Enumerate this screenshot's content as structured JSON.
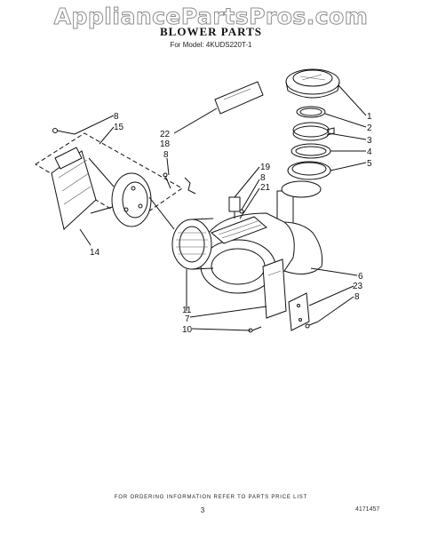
{
  "header": {
    "watermark": "AppliancePartsPros.com",
    "title": "BLOWER PARTS",
    "model": "For Model: 4KUDS220T-1"
  },
  "callouts": [
    {
      "id": "c1",
      "label": "1"
    },
    {
      "id": "c2",
      "label": "2"
    },
    {
      "id": "c3",
      "label": "3"
    },
    {
      "id": "c4",
      "label": "4"
    },
    {
      "id": "c5",
      "label": "5"
    },
    {
      "id": "c6",
      "label": "6"
    },
    {
      "id": "c7",
      "label": "7"
    },
    {
      "id": "c8a",
      "label": "8"
    },
    {
      "id": "c15",
      "label": "15"
    },
    {
      "id": "c22",
      "label": "22"
    },
    {
      "id": "c18",
      "label": "18"
    },
    {
      "id": "c8b",
      "label": "8"
    },
    {
      "id": "c19",
      "label": "19"
    },
    {
      "id": "c8c",
      "label": "8"
    },
    {
      "id": "c21",
      "label": "21"
    },
    {
      "id": "c14",
      "label": "14"
    },
    {
      "id": "c23",
      "label": "23"
    },
    {
      "id": "c8d",
      "label": "8"
    },
    {
      "id": "c11",
      "label": "11"
    },
    {
      "id": "c10",
      "label": "10"
    }
  ],
  "footer": {
    "note": "FOR ORDERING INFORMATION REFER TO PARTS PRICE LIST",
    "page": "3",
    "doc_number": "4171457"
  }
}
